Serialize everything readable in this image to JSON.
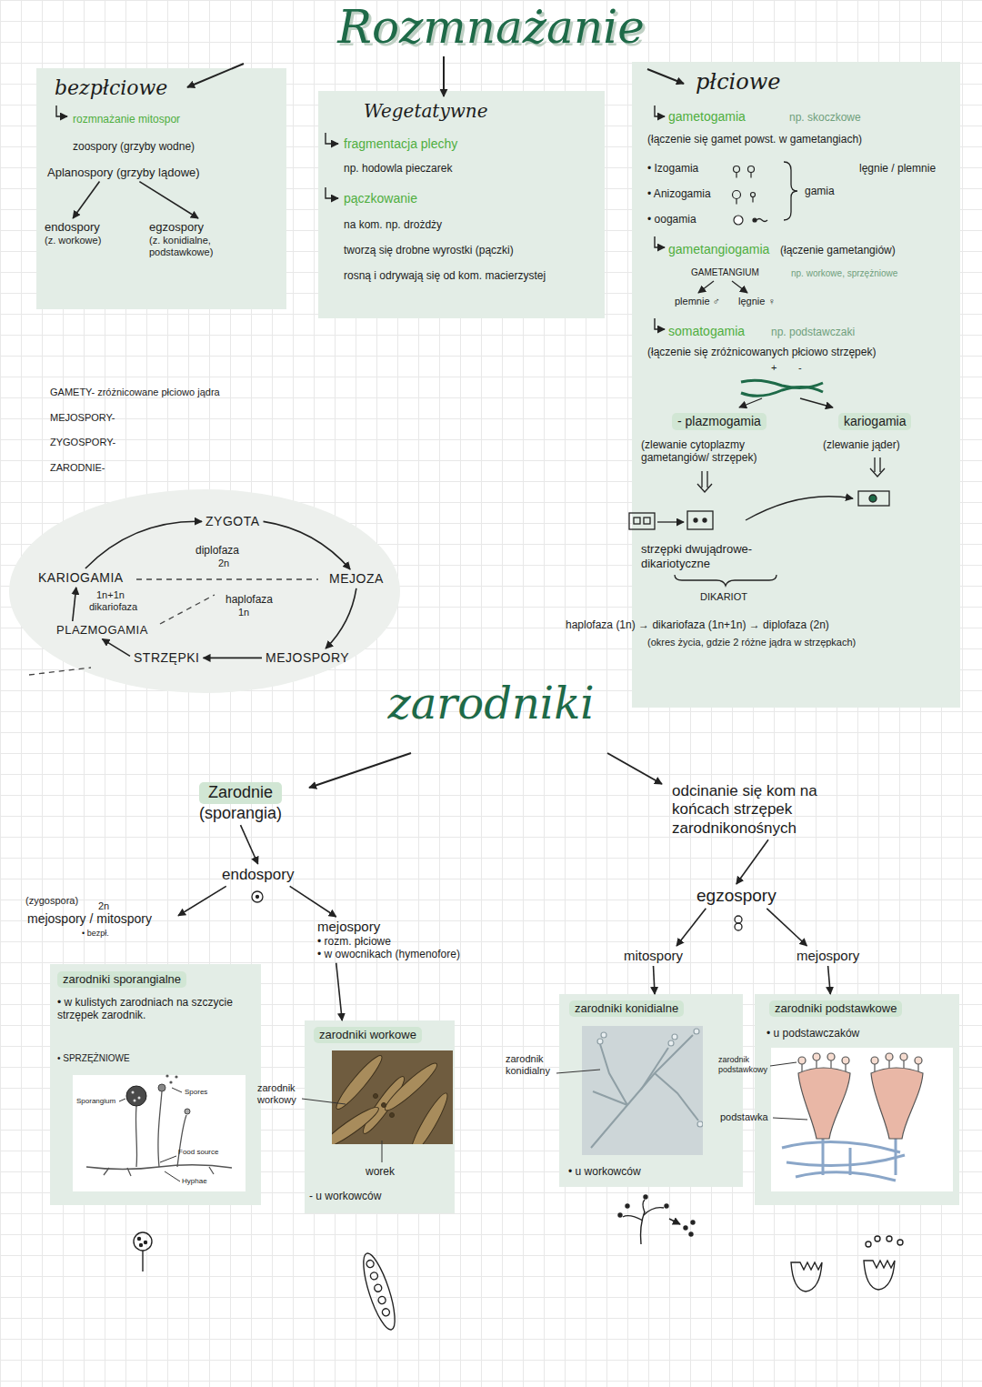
{
  "diagram": {
    "title": "Rozmnażanie",
    "nodes": [
      {
        "text": [
          "bezpłciowe",
          "rozmnażanie mitospor",
          "zoospory (grzyby wodne)"
        ]
      },
      {
        "text": [
          "Aplanospory (grzyby lądowe)"
        ],
        "in": 0
      },
      {
        "text": [
          "endospory",
          "(z. workowe)"
        ],
        "in": 0
      },
      {
        "text": [
          "egzospory",
          "(z. konidialne, podstawkowe)"
        ],
        "in": 0
      },
      {
        "text": [
          "Wegetatywne",
          "fragmentacja plechy",
          "np. hodowla pieczarek",
          "pączkowanie",
          "na kom. np. drożdży",
          "tworzą się drobne wyrostki (pączki)",
          "rosną i odrywają się od kom. macierzystej"
        ]
      },
      {
        "text": [
          "płciowe",
          "gametogamia",
          "np. skoczkowe",
          "(łączenie się gamet powst. w gametangiach)",
          "• Izogamia",
          "lęgnie / plemnie",
          "• Anizogamia",
          "gamia",
          "• oogamia",
          "gametangiogamia",
          "(łączenie gametangiów)",
          "GAMETANGIUM",
          "np. workowe, sprzężniowe",
          "plemnie ♂",
          "lęgnie ♀",
          "somatogamia",
          "np. podstawczaki",
          "(łączenie się zróżnicowanych płciowo strzępek)",
          "+",
          "-",
          "(zlewanie cytoplazmy gametangiów/ strzępek)",
          "(zlewanie jąder)",
          "strzępki dwujądrowe- dikariotyczne",
          "DIKARIOT",
          "(okres życia, gdzie 2 różne jądra w strzępkach)"
        ]
      },
      {
        "text": [
          "- plazmogamia"
        ],
        "in": 5
      },
      {
        "text": [
          "kariogamia"
        ],
        "in": 5
      },
      {
        "text": [
          "ZYGOTA"
        ]
      },
      {
        "text": [
          "MEJOZA"
        ]
      },
      {
        "text": [
          "MEJOSPORY"
        ]
      },
      {
        "text": [
          "STRZĘPKI"
        ]
      },
      {
        "text": [
          "PLAZMOGAMIA"
        ]
      },
      {
        "text": [
          "KARIOGAMIA"
        ]
      },
      {
        "text": [
          "Zarodnie",
          "(sporangia)"
        ]
      },
      {
        "text": [
          "endospory"
        ]
      },
      {
        "text": [
          "(zygospora)",
          "2n",
          "mejospory / mitospory",
          "• bezpł."
        ]
      },
      {
        "text": [
          "mejospory",
          "• rozm. płciowe",
          "• w owocnikach (hymenofore)"
        ]
      },
      {
        "text": [
          "zarodniki sporangialne",
          "• w kulistych zarodniach na szczycie strzępek zarodnik.",
          "• SPRZĘŻNIOWE",
          "Sporangium",
          "Spores",
          "Food source",
          "Hyphae"
        ]
      },
      {
        "text": [
          "zarodniki workowe",
          "worek",
          "- u workowców"
        ]
      },
      {
        "text": [
          "odcinanie się kom na końcach strzępek zarodnikonośnych"
        ]
      },
      {
        "text": [
          "egzospory"
        ]
      },
      {
        "text": [
          "mitospory"
        ]
      },
      {
        "text": [
          "mejospory"
        ]
      },
      {
        "text": [
          "zarodniki konidialne",
          "• u workowców"
        ]
      },
      {
        "text": [
          "zarodniki podstawkowe",
          "• u podstawczaków"
        ]
      }
    ],
    "edges": [
      {
        "from": 1,
        "to": 2,
        "arrow": "to"
      },
      {
        "from": 1,
        "to": 3,
        "arrow": "to"
      },
      {
        "from": 13,
        "to": 8,
        "arrow": "to"
      },
      {
        "from": 8,
        "to": 9,
        "arrow": "to"
      },
      {
        "from": 9,
        "to": 10,
        "arrow": "to"
      },
      {
        "from": 10,
        "to": 11,
        "arrow": "to"
      },
      {
        "from": 11,
        "to": 12,
        "arrow": "to"
      },
      {
        "from": 12,
        "to": 13,
        "arrow": "to"
      },
      {
        "from": 14,
        "to": 15,
        "arrow": "to"
      },
      {
        "from": 15,
        "to": 16,
        "arrow": "to"
      },
      {
        "from": 15,
        "to": 17,
        "arrow": "to"
      },
      {
        "from": 17,
        "to": 19,
        "arrow": "to"
      },
      {
        "from": 20,
        "to": 21,
        "arrow": "to"
      },
      {
        "from": 21,
        "to": 22,
        "arrow": "to"
      },
      {
        "from": 21,
        "to": 23,
        "arrow": "to"
      },
      {
        "from": 22,
        "to": 24,
        "arrow": "to"
      },
      {
        "from": 23,
        "to": 25,
        "arrow": "to"
      }
    ],
    "labels": [
      "GAMETY- zróżnicowane płciowo jądra",
      "MEJOSPORY-",
      "ZYGOSPORY-",
      "ZARODNIE-",
      "diplofaza",
      "2n",
      "1n+1n",
      "dikariofaza",
      "haplofaza",
      "1n",
      "haplofaza (1n) → dikariofaza (1n+1n) → diplofaza (2n)",
      "zarodniki",
      "zarodnik workowy",
      "zarodnik konidialny",
      "zarodnik podstawkowy",
      "podstawka"
    ]
  }
}
